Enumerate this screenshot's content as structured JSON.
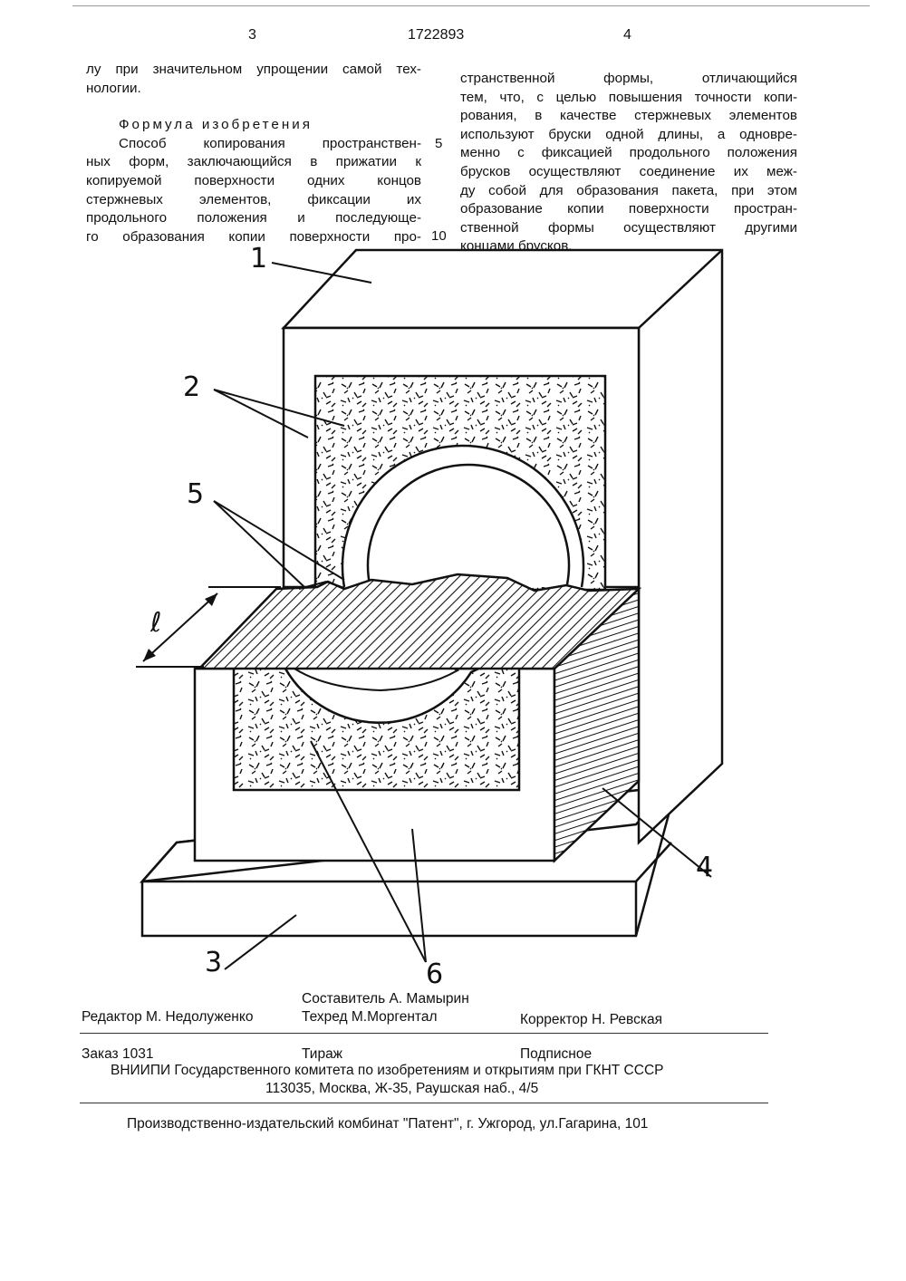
{
  "header": {
    "left_page": "3",
    "patent_number": "1722893",
    "right_page": "4"
  },
  "left_column": {
    "intro_lines": [
      "лу при значительном упрощении самой тех-",
      "нологии."
    ],
    "claim_heading": "Формула изобретения",
    "claim_lines": [
      "Способ копирования пространствен-",
      "ных форм, заключающийся в прижатии к",
      "копируемой поверхности одних концов",
      "стержневых элементов, фиксации их",
      "продольного положения и последующе-",
      "го образования копии поверхности про-"
    ]
  },
  "right_column": {
    "lines": [
      "странственной формы, отличающийся",
      "тем, что, с целью повышения точности копи-",
      "рования, в качестве стержневых элементов",
      "используют бруски одной длины, а одновре-",
      "менно с фиксацией продольного положения",
      "брусков осуществляют соединение их меж-",
      "ду собой для образования пакета, при этом",
      "образование копии поверхности простран-",
      "ственной формы осуществляют другими",
      "концами брусков."
    ]
  },
  "line_numbers": [
    "5",
    "10"
  ],
  "figure": {
    "labels": {
      "part1": "1",
      "part2": "2",
      "part3": "3",
      "part4": "4",
      "part5": "5",
      "part6": "6",
      "dimension": "ℓ"
    }
  },
  "footer": {
    "compiler": "Составитель  А. Мамырин",
    "editor": "Редактор  М. Недолуженко",
    "techred": "Техред М.Моргентал",
    "corrector": "Корректор  Н. Ревская",
    "order": "Заказ  1031",
    "circulation": "Тираж",
    "subscription": "Подписное",
    "institute": "ВНИИПИ Государственного комитета по изобретениям и открытиям при ГКНТ СССР",
    "address": "113035, Москва, Ж-35, Раушская наб., 4/5",
    "publisher": "Производственно-издательский комбинат \"Патент\", г. Ужгород, ул.Гагарина, 101"
  }
}
